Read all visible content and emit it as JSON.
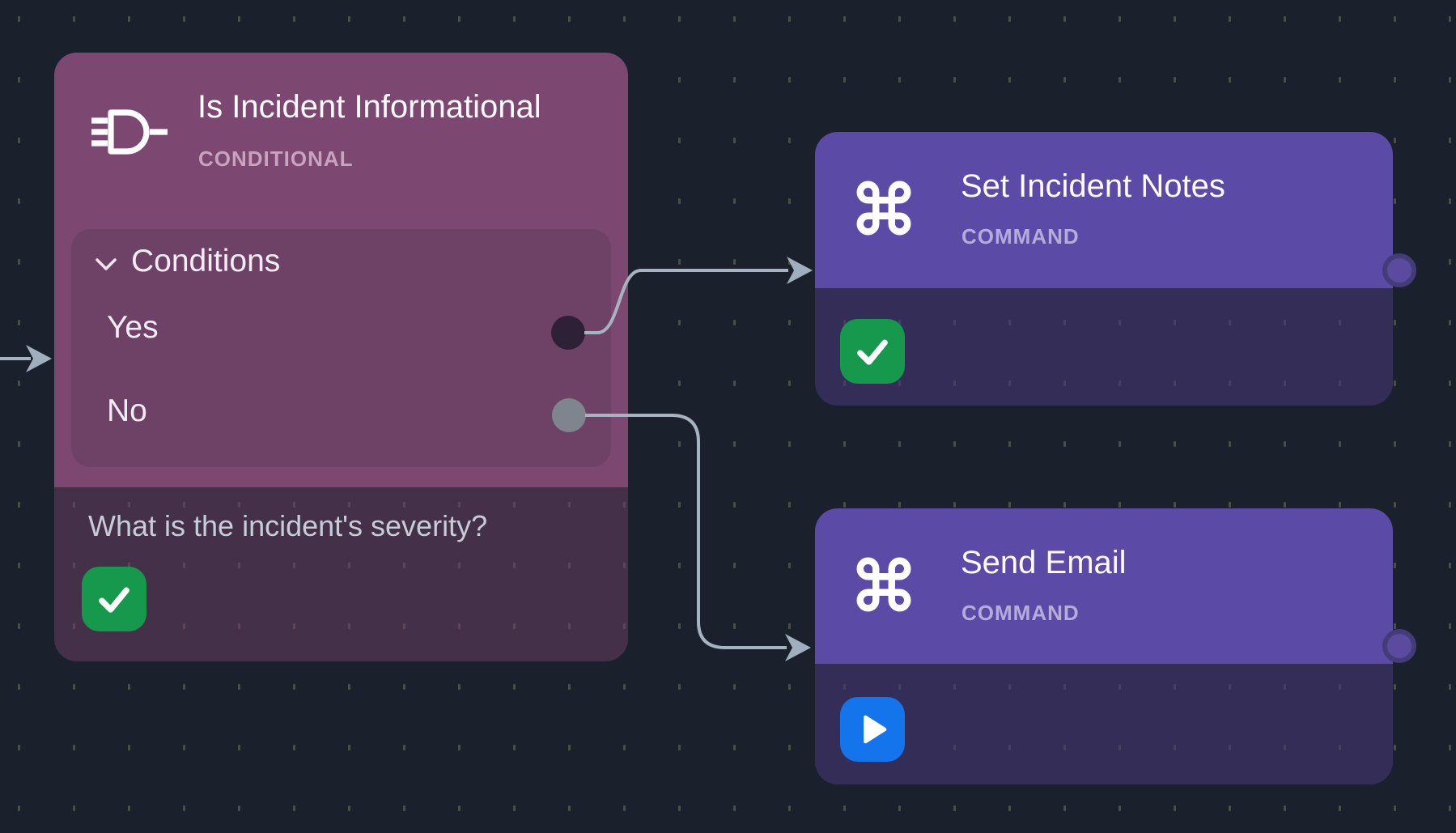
{
  "canvas": {
    "background": "#1b212c",
    "grid_dot_color": "#4a4e49"
  },
  "palette": {
    "conditional_header": "#7c4872",
    "conditional_panel": "#6e4166",
    "conditional_body": "#443048",
    "command_header": "#5b4ba6",
    "command_body": "#332d58",
    "edge_line": "#a6b4c1",
    "success_green": "#16994d",
    "run_blue": "#1474ec",
    "yes_port": "#2e2036",
    "no_port": "#7e858f"
  },
  "icons": {
    "conditional": "logic-gate-icon",
    "command": "command-icon",
    "success": "check-icon",
    "run": "play-icon",
    "collapse": "chevron-down-icon"
  },
  "nodes": {
    "conditional": {
      "title": "Is Incident Informational",
      "type_label": "CONDITIONAL",
      "conditions_label": "Conditions",
      "branches": [
        {
          "label": "Yes"
        },
        {
          "label": "No"
        }
      ],
      "question": "What is the incident's severity?"
    },
    "set_incident_notes": {
      "title": "Set Incident Notes",
      "type_label": "COMMAND"
    },
    "send_email": {
      "title": "Send Email",
      "type_label": "COMMAND"
    }
  },
  "edges": [
    {
      "name": "incoming-to-conditional"
    },
    {
      "name": "yes-to-set-incident-notes"
    },
    {
      "name": "no-to-send-email"
    }
  ]
}
